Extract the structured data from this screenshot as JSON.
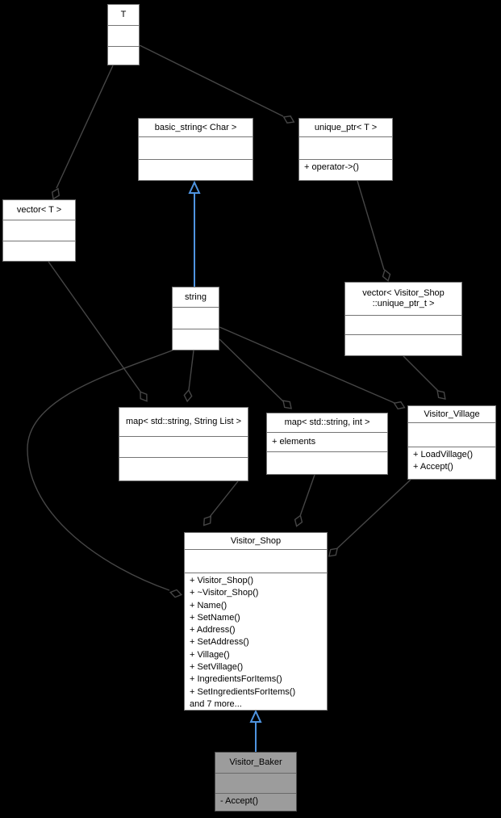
{
  "palette": {
    "background": "#000000",
    "node_fill": "#ffffff",
    "node_border": "#757575",
    "baker_fill": "#9c9c9c",
    "edge_color": "#464646",
    "inheritance_color": "#4f94e0"
  },
  "classes": {
    "t": {
      "title": "T"
    },
    "basic_string": {
      "title": "basic_string< Char >"
    },
    "unique_ptr": {
      "title": "unique_ptr< T >",
      "methods": [
        "+ operator->()"
      ]
    },
    "vector_t": {
      "title": "vector< T >"
    },
    "string": {
      "title": "string"
    },
    "vector_unique_ptr": {
      "title": "vector< Visitor_Shop ::unique_ptr_t >"
    },
    "map_string_list": {
      "title": "map< std::string, String List >"
    },
    "map_int": {
      "title": "map< std::string, int >",
      "attributes": [
        "+ elements"
      ]
    },
    "visitor_village": {
      "title": "Visitor_Village",
      "methods": [
        "+ LoadVillage()",
        "+ Accept()"
      ]
    },
    "visitor_shop": {
      "title": "Visitor_Shop",
      "methods": [
        "+ Visitor_Shop()",
        "+ ~Visitor_Shop()",
        "+ Name()",
        "+ SetName()",
        "+ Address()",
        "+ SetAddress()",
        "+ Village()",
        "+ SetVillage()",
        "+ IngredientsForItems()",
        "+ SetIngredientsForItems()",
        "and 7 more..."
      ]
    },
    "visitor_baker": {
      "title": "Visitor_Baker",
      "methods": [
        "- Accept()"
      ]
    }
  }
}
